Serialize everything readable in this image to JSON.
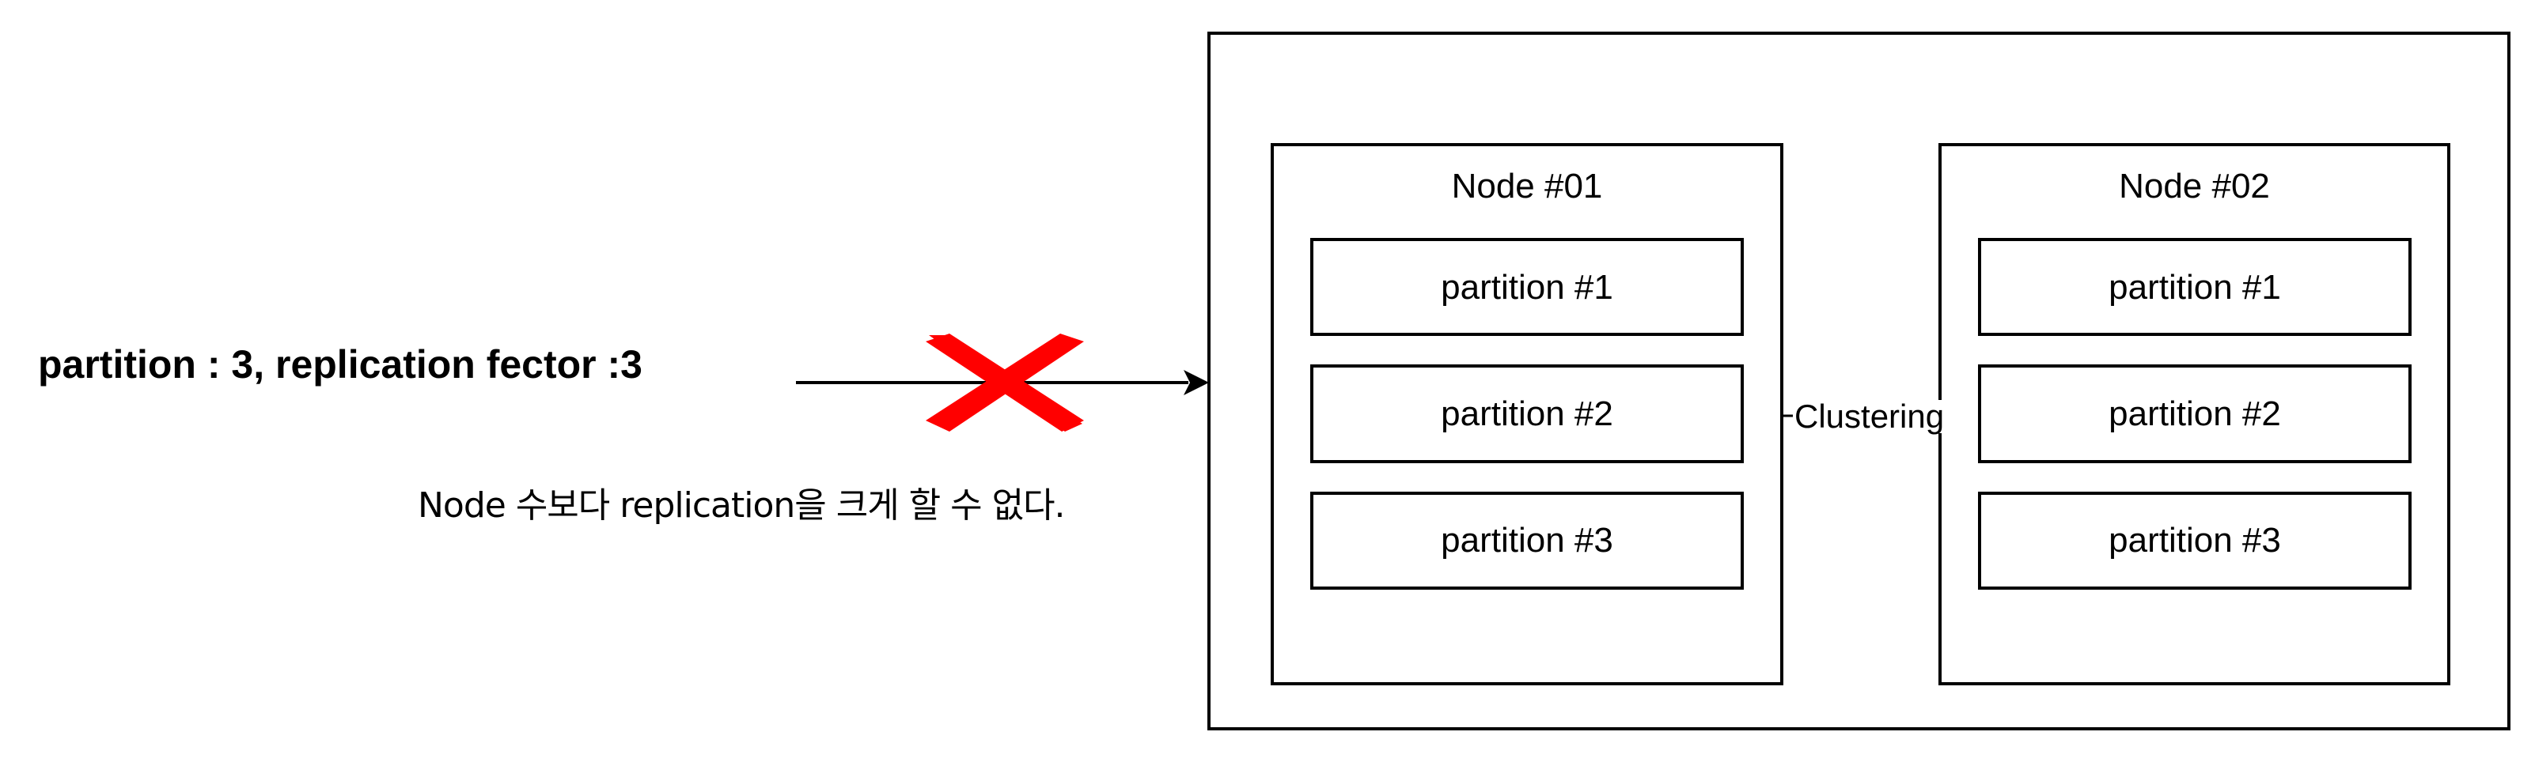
{
  "colors": {
    "stroke": "#000000",
    "cross": "#ff0000",
    "background": "#ffffff"
  },
  "label": "partition : 3, replication fector :3",
  "note": "Node 수보다 replication을 크게 할 수 없다.",
  "connector": "Clustering",
  "nodes": [
    {
      "title": "Node #01",
      "partitions": [
        "partition #1",
        "partition #2",
        "partition #3"
      ]
    },
    {
      "title": "Node #02",
      "partitions": [
        "partition #1",
        "partition #2",
        "partition #3"
      ]
    }
  ],
  "icons": {
    "blocked": "x-cross-icon",
    "arrow": "arrow-right-icon"
  }
}
